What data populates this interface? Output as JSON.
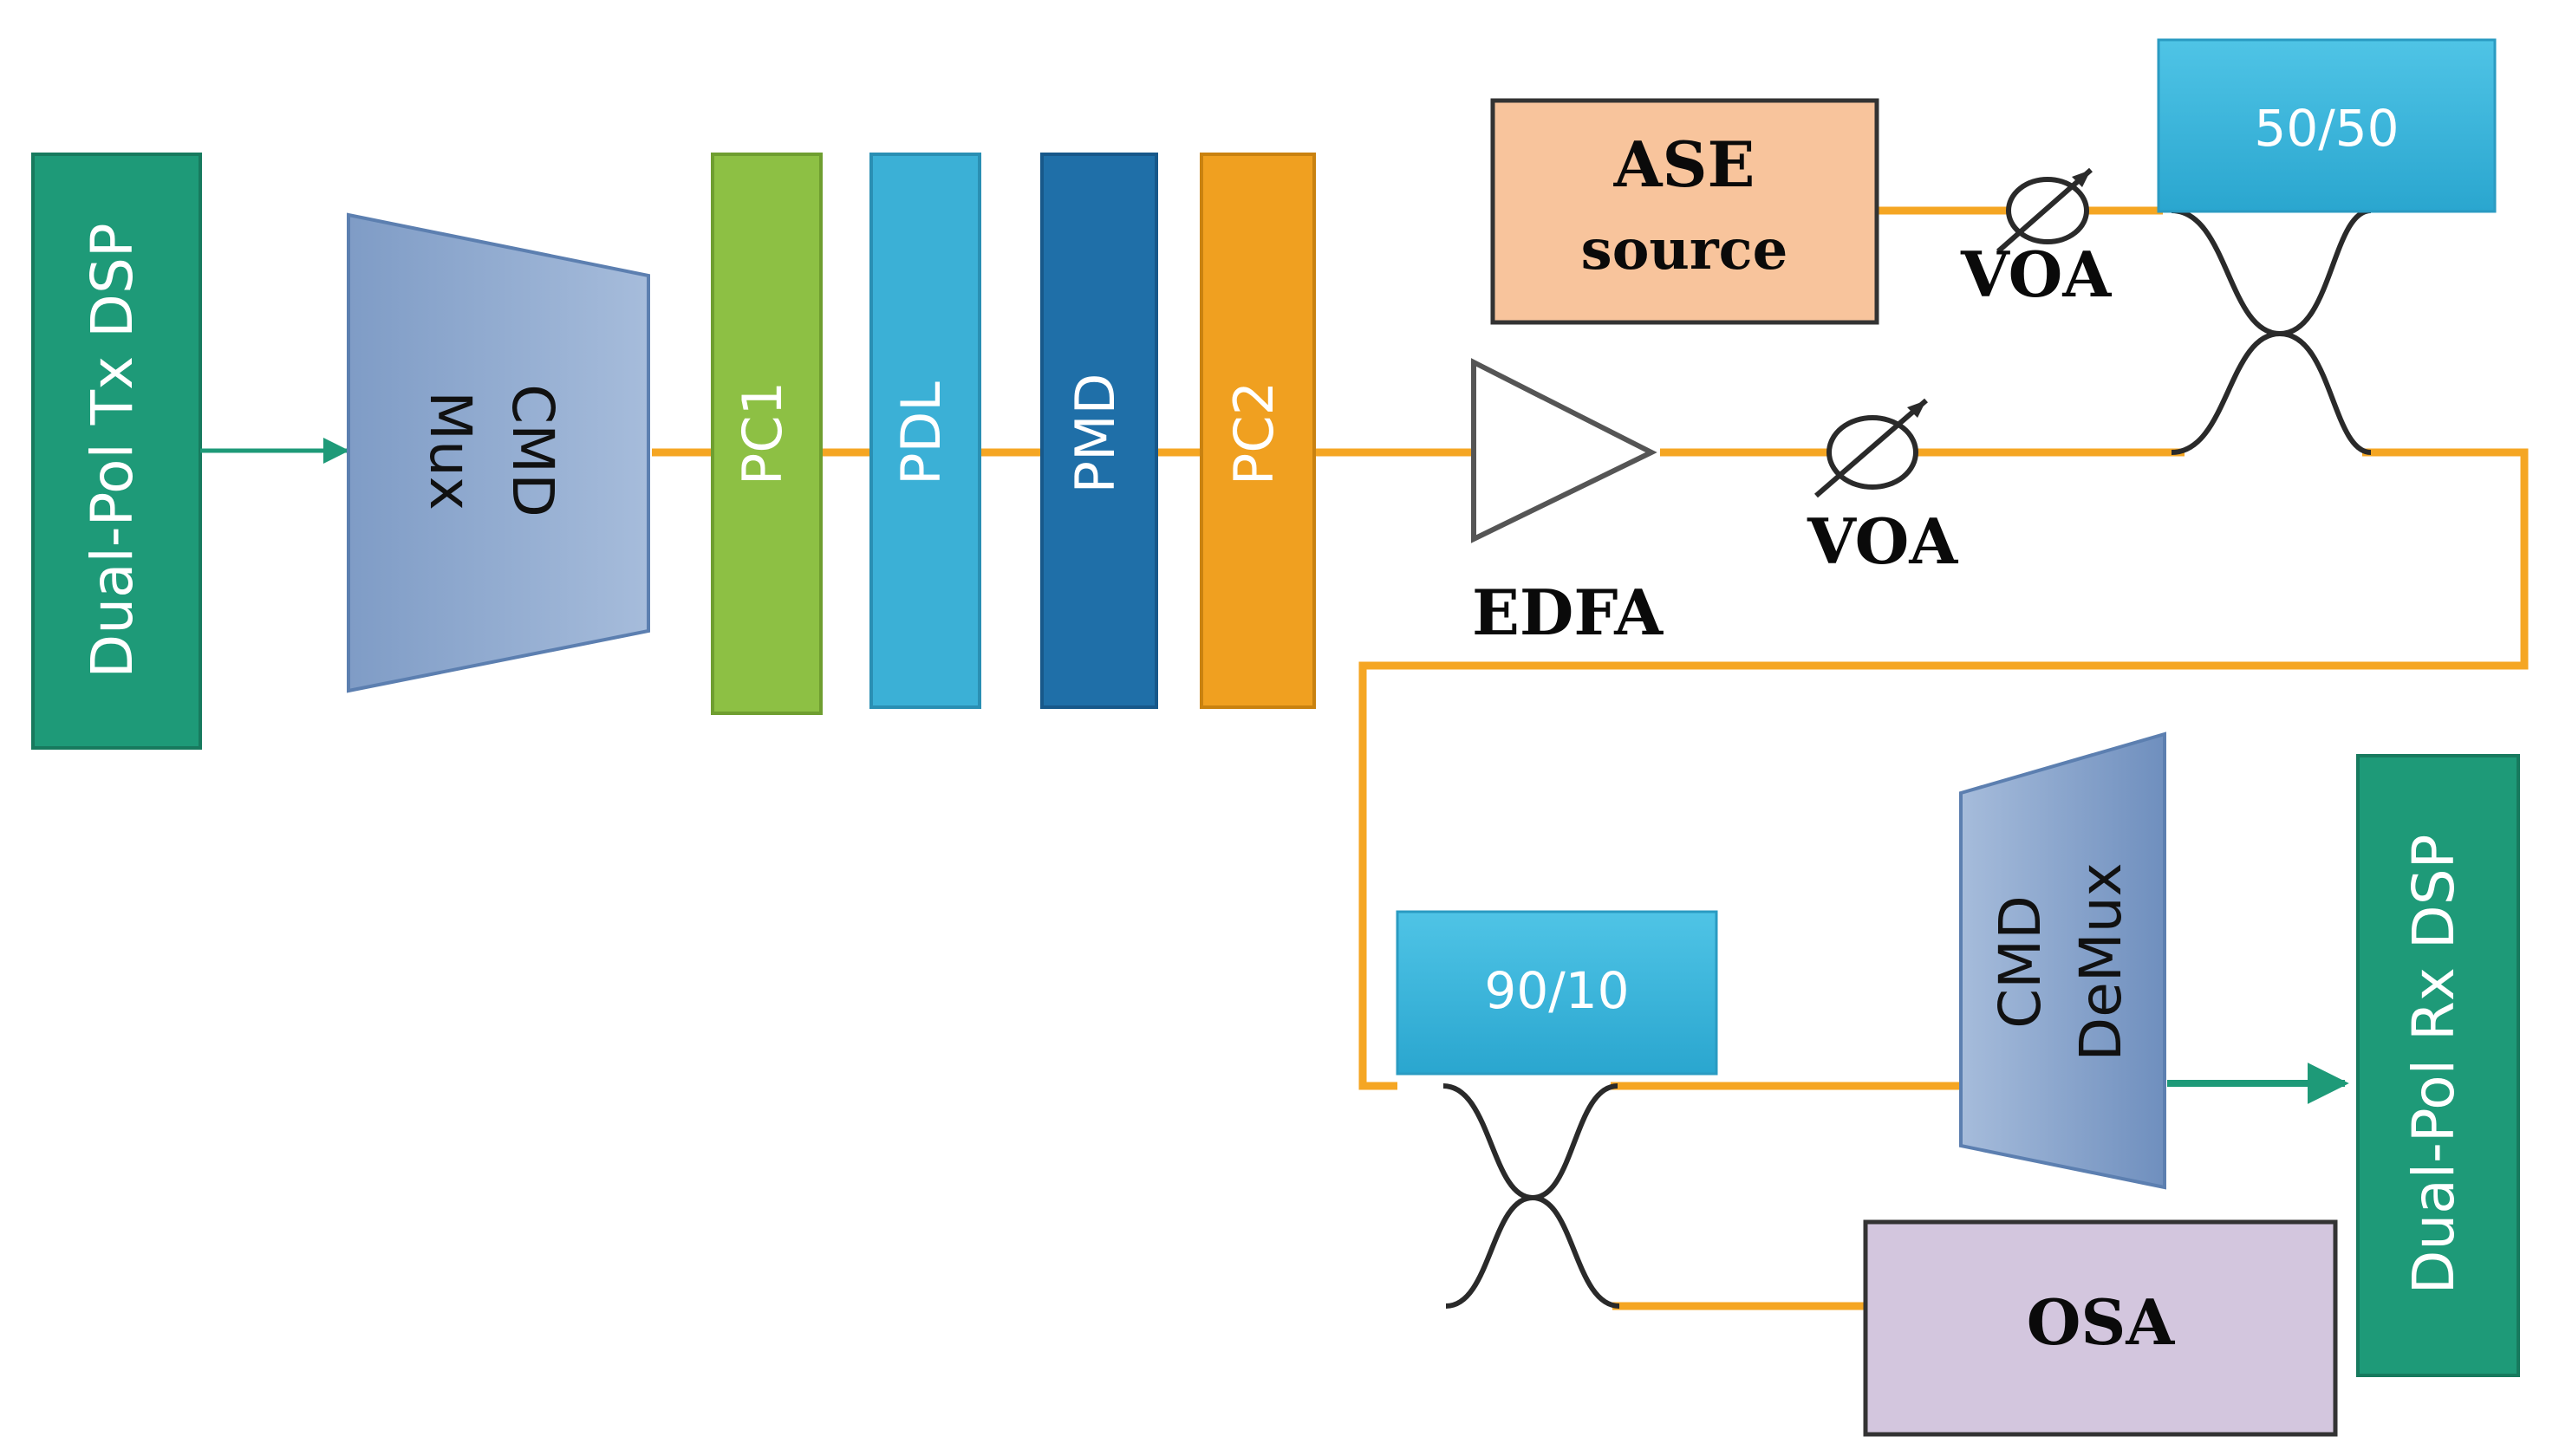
{
  "labels": {
    "tx_dsp": "Dual-Pol Tx DSP",
    "cmd_mux_line1": "CMD",
    "cmd_mux_line2": "Mux",
    "pc1": "PC1",
    "pdl": "PDL",
    "pmd": "PMD",
    "pc2": "PC2",
    "edfa": "EDFA",
    "voa_main": "VOA",
    "ase_line1": "ASE",
    "ase_line2": "source",
    "voa_ase": "VOA",
    "coupler_5050": "50/50",
    "coupler_9010": "90/10",
    "cmd_demux_line1": "CMD",
    "cmd_demux_line2": "DeMux",
    "rx_dsp": "Dual-Pol Rx DSP",
    "osa": "OSA"
  },
  "colors": {
    "fiber": "#F5A623",
    "dsp_green": "#1E9A78",
    "dsp_green_border": "#177A5E",
    "mux_blue": "#8EA9CF",
    "pc1_green": "#8DC044",
    "pdl_cyan": "#3BB0D6",
    "pmd_blue": "#1F6FA8",
    "pc2_orange": "#F0A020",
    "ase_peach": "#F8C49C",
    "coupler_cyan": "#33B4DA",
    "osa_lilac": "#D3C6DE",
    "text_white": "#FFFFFF",
    "text_dark": "#0A0A0A",
    "signal_arrow": "#1E9A78"
  }
}
